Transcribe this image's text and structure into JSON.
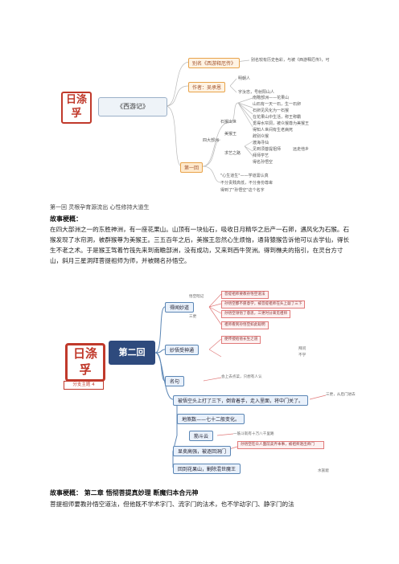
{
  "map1": {
    "center": "《西游记》",
    "branches": {
      "alias": "别名《西游释厄传》",
      "author": "作者：吴承恩",
      "chapter": "第一回"
    },
    "alias_note": "别名较有历史色彩，与被《西游释厄传》，可",
    "author_notes": [
      "明朝人",
      "字汝忠，号射阳山人"
    ],
    "middle_labels": [
      "四大部洲",
      "石猴出世",
      "美猴王",
      "求艺之路"
    ],
    "leaves": [
      "南赡部洲——花果山",
      "山石有一天一石，生一石卵",
      "石卵见风化为一石猴",
      "在花果山中生活，称王称霸",
      "觅得水帘洞，被众猴尊为美猴王",
      "得知人世间有生老病死",
      "辞别众猴",
      "渡海寻仙",
      "见到须菩提祖师",
      "拜师学艺",
      "得名孙悟空",
      "远走他乡"
    ],
    "bottom_notes": [
      "\"心生道生\"——学道需认真",
      "不分贵贱高低，不分身份尊卑",
      "得到了\"孙悟空\"这个名字"
    ],
    "seal": [
      "日",
      "涤",
      "孚"
    ]
  },
  "caption": "第一回  灵根孕育源流出  心性修持大道生",
  "section1": {
    "heading": "故事梗概：",
    "text": "在四大部洲之一的东胜神洲，有一座花果山。山顶有一块仙石，吸收日月精华之后产一石卵，遇风化为石猴。石猴发现了水帘洞，被群猴尊为美猴王。三五百年之后，美猴王忽然心生烦恼，通背猿猴告诉他可以去学仙，得长生不老之术。于是猴王驾着竹筏先来到南瞻部洲，没有成功，又来到西牛贺洲。得到樵夫的指引，在灵台方寸山，斜月三星洞拜菩提祖师为师，并被赐名孙悟空。"
  },
  "map2": {
    "center": "第二回",
    "seal": [
      "日",
      "涤",
      "孚"
    ],
    "seal_label": "分支主题 4",
    "left_branches": [
      "得闻妙道",
      "妙悟受神通",
      "名句"
    ],
    "right_notes": [
      "菩提祖师要教孙悟空道法",
      "孙悟空都不愿意学，被菩提祖师在头上敲了三下",
      "孙悟空领悟了意思，三更时分来见祖师",
      "祖师看到孙悟空如此聪明",
      "便传授给他长生之道"
    ],
    "misc_notes": [
      "悟空暗记",
      "三更",
      "拜问",
      "不学"
    ],
    "name_note": "会上去点菜，只想有人认",
    "flow": [
      "被悟空头上打了三下，倒背着手，走入里面，将中门关了。",
      "地煞数——七十二般变化。",
      "筋斗云",
      "显卖高强，被逐回洞门",
      "回到花果山，剿除混世魔王"
    ],
    "flow_notes": [
      "三更，从后门进去",
      "一筋斗就有十万八千里路",
      "孙悟空在众人面前卖弄本事，被祖师逐出师门",
      "水族窟"
    ]
  },
  "section2": {
    "heading": "故事梗概：   第二章  悟彻菩提真妙理  断魔归本合元神",
    "text": "菩提祖师要教孙悟空道法，但他既不学术字门、流字门的法术，也不学动字门、静字门的法"
  }
}
